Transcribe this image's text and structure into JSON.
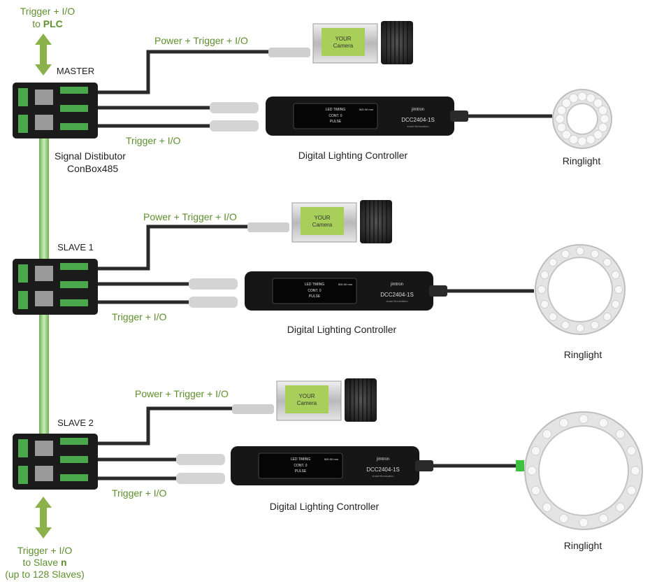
{
  "colors": {
    "accent_green": "#5e8f2e",
    "arrow_green": "#8bb14a",
    "cable": "#2a2a2a",
    "device": "#1b1b1b",
    "camera_label": "#a8cf5a",
    "bus_glow": "#9fd58a"
  },
  "top_io": {
    "line1": "Trigger + I/O",
    "line2_prefix": "to ",
    "line2_bold": "PLC"
  },
  "bottom_io": {
    "line1": "Trigger + I/O",
    "line2_prefix": "to Slave ",
    "line2_bold": "n",
    "line3": "(up to 128 Slaves)"
  },
  "signal_distributor": {
    "line1": "Signal Distibutor",
    "line2": "ConBox485"
  },
  "rows": [
    {
      "role": "MASTER",
      "power_label": "Power + Trigger + I/O",
      "trigger_label": "Trigger + I/O",
      "controller_label": "Digital Lighting Controller",
      "ringlight_label": "Ringlight",
      "camera_text_1": "YOUR",
      "camera_text_2": "Camera",
      "controller_brand": "jimtron",
      "controller_model": "DCC2404-1S",
      "controller_sub": "smart illumination",
      "display_line1": "LED TIMING",
      "display_line2": "CONT. 0",
      "display_line3": "PULSE",
      "display_value": "500.00 mm"
    },
    {
      "role": "SLAVE 1",
      "power_label": "Power + Trigger + I/O",
      "trigger_label": "Trigger + I/O",
      "controller_label": "Digital Lighting Controller",
      "ringlight_label": "Ringlight",
      "camera_text_1": "YOUR",
      "camera_text_2": "Camera",
      "controller_brand": "jimtron",
      "controller_model": "DCC2404-1S",
      "controller_sub": "smart illumination",
      "display_line1": "LED TIMING",
      "display_line2": "CONT. 0",
      "display_line3": "PULSE",
      "display_value": "500.00 mm"
    },
    {
      "role": "SLAVE 2",
      "power_label": "Power + Trigger + I/O",
      "trigger_label": "Trigger + I/O",
      "controller_label": "Digital Lighting Controller",
      "ringlight_label": "Ringlight",
      "camera_text_1": "YOUR",
      "camera_text_2": "Camera",
      "controller_brand": "jimtron",
      "controller_model": "DCC2404-1S",
      "controller_sub": "smart illumination",
      "display_line1": "LED TIMING",
      "display_line2": "CONT. 0",
      "display_line3": "PULSE",
      "display_value": "500.00 mm"
    }
  ]
}
